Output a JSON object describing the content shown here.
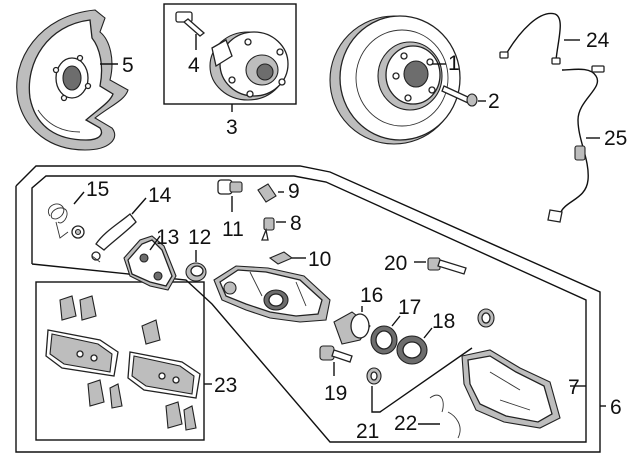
{
  "diagram": {
    "callouts": [
      "1",
      "2",
      "3",
      "4",
      "5",
      "6",
      "7",
      "8",
      "9",
      "10",
      "11",
      "12",
      "13",
      "14",
      "15",
      "16",
      "17",
      "18",
      "19",
      "20",
      "21",
      "22",
      "23",
      "24",
      "25"
    ]
  },
  "colors": {
    "line": "#111111",
    "part_fill": "#ffffff",
    "shade": "#bdbdbd",
    "dark": "#6d6d6d",
    "background": "#ffffff"
  },
  "icons": [
    "backing-plate-icon",
    "hub-bearing-icon",
    "brake-disc-icon",
    "caliper-icon",
    "brake-pad-icon",
    "wheel-speed-sensor-icon"
  ]
}
